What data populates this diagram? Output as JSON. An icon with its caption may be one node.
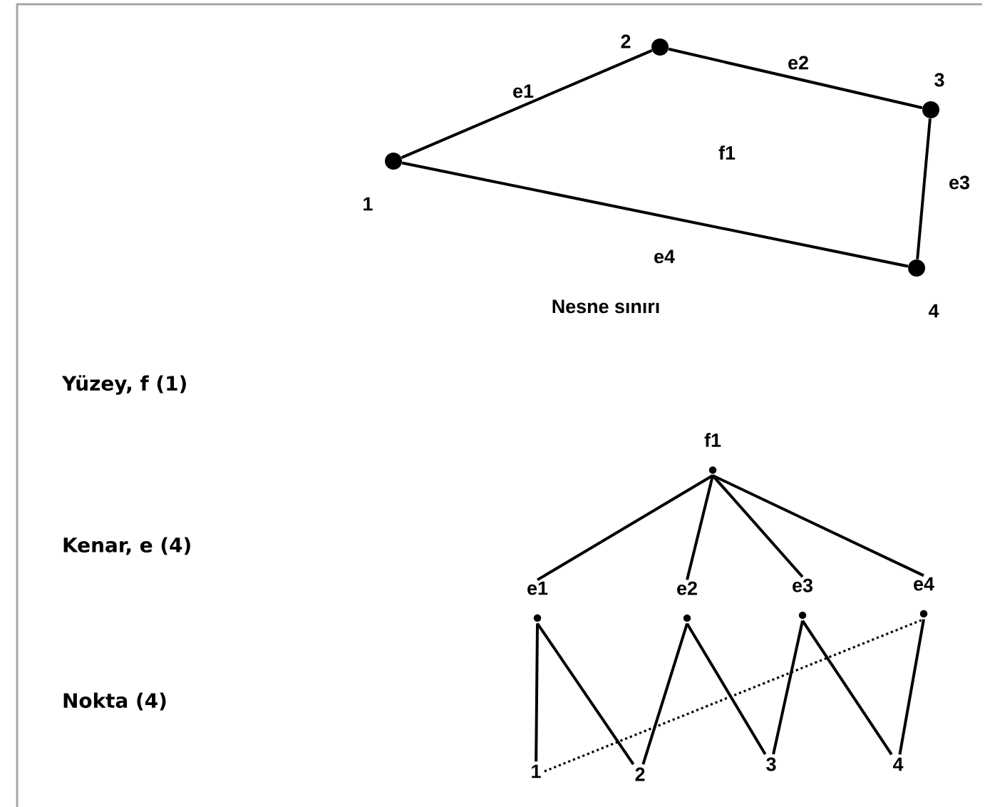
{
  "diagram": {
    "nodes": [
      {
        "text": [],
        "shape": "circle",
        "beside": [
          "1"
        ]
      },
      {
        "text": [],
        "shape": "circle",
        "beside": [
          "2"
        ]
      },
      {
        "text": [],
        "shape": "circle",
        "beside": [
          "3"
        ]
      },
      {
        "text": [],
        "shape": "circle",
        "beside": [
          "4"
        ]
      },
      {
        "text": [
          "f1"
        ]
      },
      {
        "text": [
          "e1"
        ]
      },
      {
        "text": [
          "e2"
        ]
      },
      {
        "text": [
          "e3"
        ]
      },
      {
        "text": [
          "e4"
        ]
      },
      {
        "text": [
          "1"
        ]
      },
      {
        "text": [
          "2"
        ]
      },
      {
        "text": [
          "3"
        ]
      },
      {
        "text": [
          "4"
        ]
      }
    ],
    "edges": [
      {
        "from": 0,
        "to": 1,
        "arrow": "none",
        "label": "e1"
      },
      {
        "from": 1,
        "to": 2,
        "arrow": "none",
        "label": "e2"
      },
      {
        "from": 2,
        "to": 3,
        "arrow": "none",
        "label": "e3"
      },
      {
        "from": 0,
        "to": 3,
        "arrow": "none",
        "label": "e4"
      },
      {
        "from": 4,
        "to": 5,
        "arrow": "none"
      },
      {
        "from": 4,
        "to": 6,
        "arrow": "none"
      },
      {
        "from": 4,
        "to": 7,
        "arrow": "none"
      },
      {
        "from": 4,
        "to": 8,
        "arrow": "none"
      },
      {
        "from": 5,
        "to": 9,
        "arrow": "none"
      },
      {
        "from": 5,
        "to": 10,
        "arrow": "none"
      },
      {
        "from": 6,
        "to": 10,
        "arrow": "none"
      },
      {
        "from": 6,
        "to": 11,
        "arrow": "none"
      },
      {
        "from": 7,
        "to": 11,
        "arrow": "none"
      },
      {
        "from": 7,
        "to": 12,
        "arrow": "none"
      },
      {
        "from": 8,
        "to": 12,
        "arrow": "none"
      },
      {
        "from": 9,
        "to": 8,
        "arrow": "none",
        "style": "dashed"
      }
    ],
    "labels": [
      "f1",
      "Nesne sınırı",
      "Yüzey, f (1)",
      "Kenar, e (4)",
      "Nokta (4)"
    ]
  }
}
